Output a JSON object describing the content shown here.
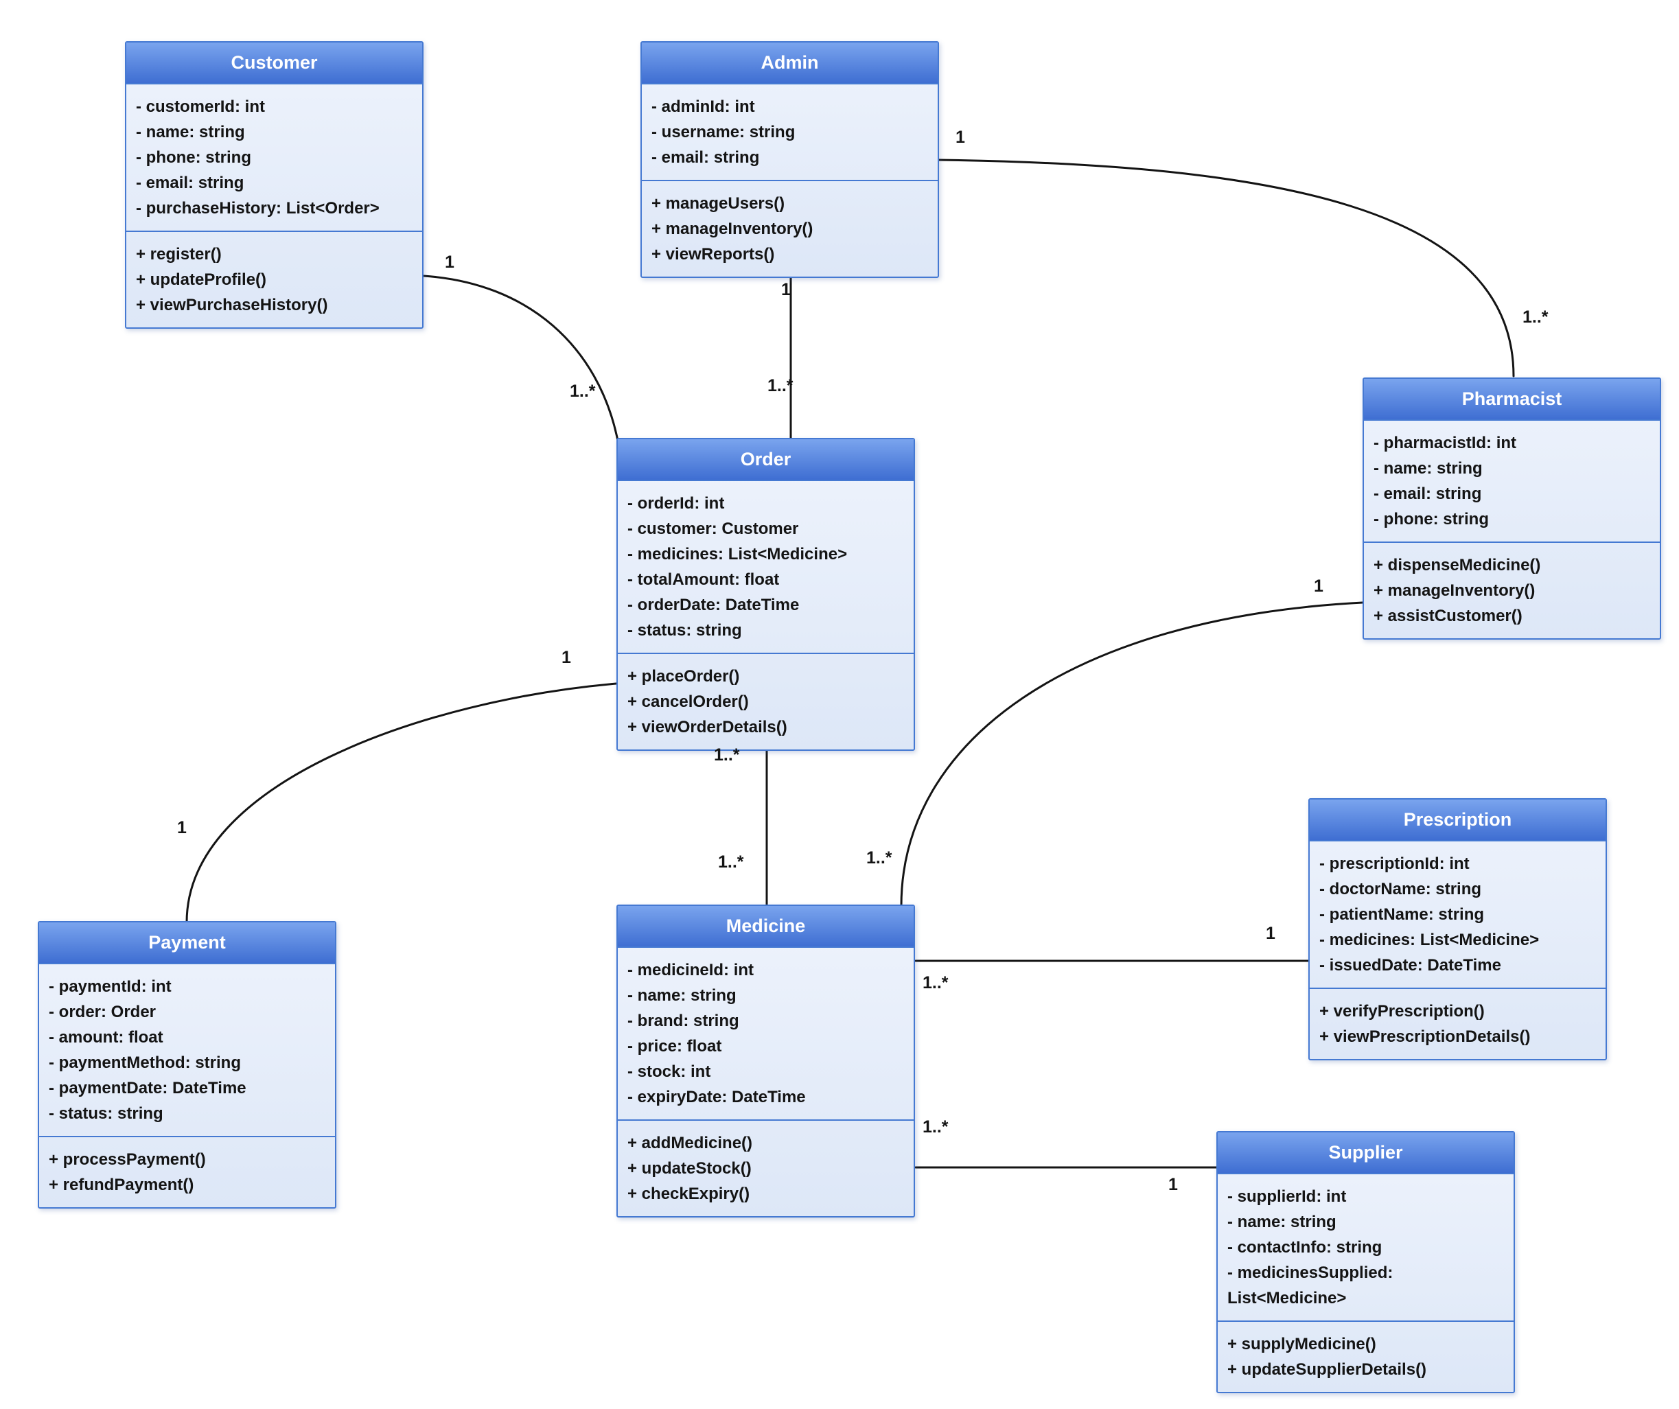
{
  "classes": {
    "customer": {
      "name": "Customer",
      "attributes": [
        "- customerId: int",
        "- name: string",
        "- phone: string",
        "- email: string",
        "- purchaseHistory: List<Order>"
      ],
      "methods": [
        "+ register()",
        "+ updateProfile()",
        "+ viewPurchaseHistory()"
      ]
    },
    "admin": {
      "name": "Admin",
      "attributes": [
        "- adminId: int",
        "- username: string",
        "- email: string"
      ],
      "methods": [
        "+ manageUsers()",
        "+ manageInventory()",
        "+ viewReports()"
      ]
    },
    "pharmacist": {
      "name": "Pharmacist",
      "attributes": [
        "- pharmacistId: int",
        "- name: string",
        "- email: string",
        "- phone: string"
      ],
      "methods": [
        "+ dispenseMedicine()",
        "+ manageInventory()",
        "+ assistCustomer()"
      ]
    },
    "order": {
      "name": "Order",
      "attributes": [
        "- orderId: int",
        "- customer: Customer",
        "- medicines: List<Medicine>",
        "- totalAmount: float",
        "- orderDate: DateTime",
        "- status: string"
      ],
      "methods": [
        "+ placeOrder()",
        "+ cancelOrder()",
        "+ viewOrderDetails()"
      ]
    },
    "payment": {
      "name": "Payment",
      "attributes": [
        "- paymentId: int",
        "- order: Order",
        "- amount: float",
        "- paymentMethod: string",
        "- paymentDate: DateTime",
        "- status: string"
      ],
      "methods": [
        "+ processPayment()",
        "+ refundPayment()"
      ]
    },
    "medicine": {
      "name": "Medicine",
      "attributes": [
        "- medicineId: int",
        "- name: string",
        "- brand: string",
        "- price: float",
        "- stock: int",
        "- expiryDate: DateTime"
      ],
      "methods": [
        "+ addMedicine()",
        "+ updateStock()",
        "+ checkExpiry()"
      ]
    },
    "prescription": {
      "name": "Prescription",
      "attributes": [
        "- prescriptionId: int",
        "- doctorName: string",
        "- patientName: string",
        "- medicines: List<Medicine>",
        "- issuedDate: DateTime"
      ],
      "methods": [
        "+ verifyPrescription()",
        "+ viewPrescriptionDetails()"
      ]
    },
    "supplier": {
      "name": "Supplier",
      "attributes": [
        "- supplierId: int",
        "- name: string",
        "- contactInfo: string",
        "- medicinesSupplied: List<Medicine>"
      ],
      "methods": [
        "+ supplyMedicine()",
        "+ updateSupplierDetails()"
      ]
    }
  },
  "relationships": [
    {
      "from": "Customer",
      "to": "Order",
      "from_label": "1",
      "to_label": "1..*"
    },
    {
      "from": "Admin",
      "to": "Order",
      "from_label": "1",
      "to_label": "1..*"
    },
    {
      "from": "Admin",
      "to": "Pharmacist",
      "from_label": "1",
      "to_label": "1..*"
    },
    {
      "from": "Order",
      "to": "Payment",
      "from_label": "1",
      "to_label": "1"
    },
    {
      "from": "Order",
      "to": "Medicine",
      "from_label": "1..*",
      "to_label": "1..*"
    },
    {
      "from": "Pharmacist",
      "to": "Medicine",
      "from_label": "1",
      "to_label": "1..*"
    },
    {
      "from": "Medicine",
      "to": "Prescription",
      "from_label": "1..*",
      "to_label": "1"
    },
    {
      "from": "Medicine",
      "to": "Supplier",
      "from_label": "1..*",
      "to_label": "1"
    }
  ],
  "colors": {
    "header_top": "#7aa4ee",
    "header_bottom": "#3f6ed2",
    "body_top": "#eef3fc",
    "body_bottom": "#dde7f7",
    "border": "#4579d2",
    "line": "#141414"
  }
}
